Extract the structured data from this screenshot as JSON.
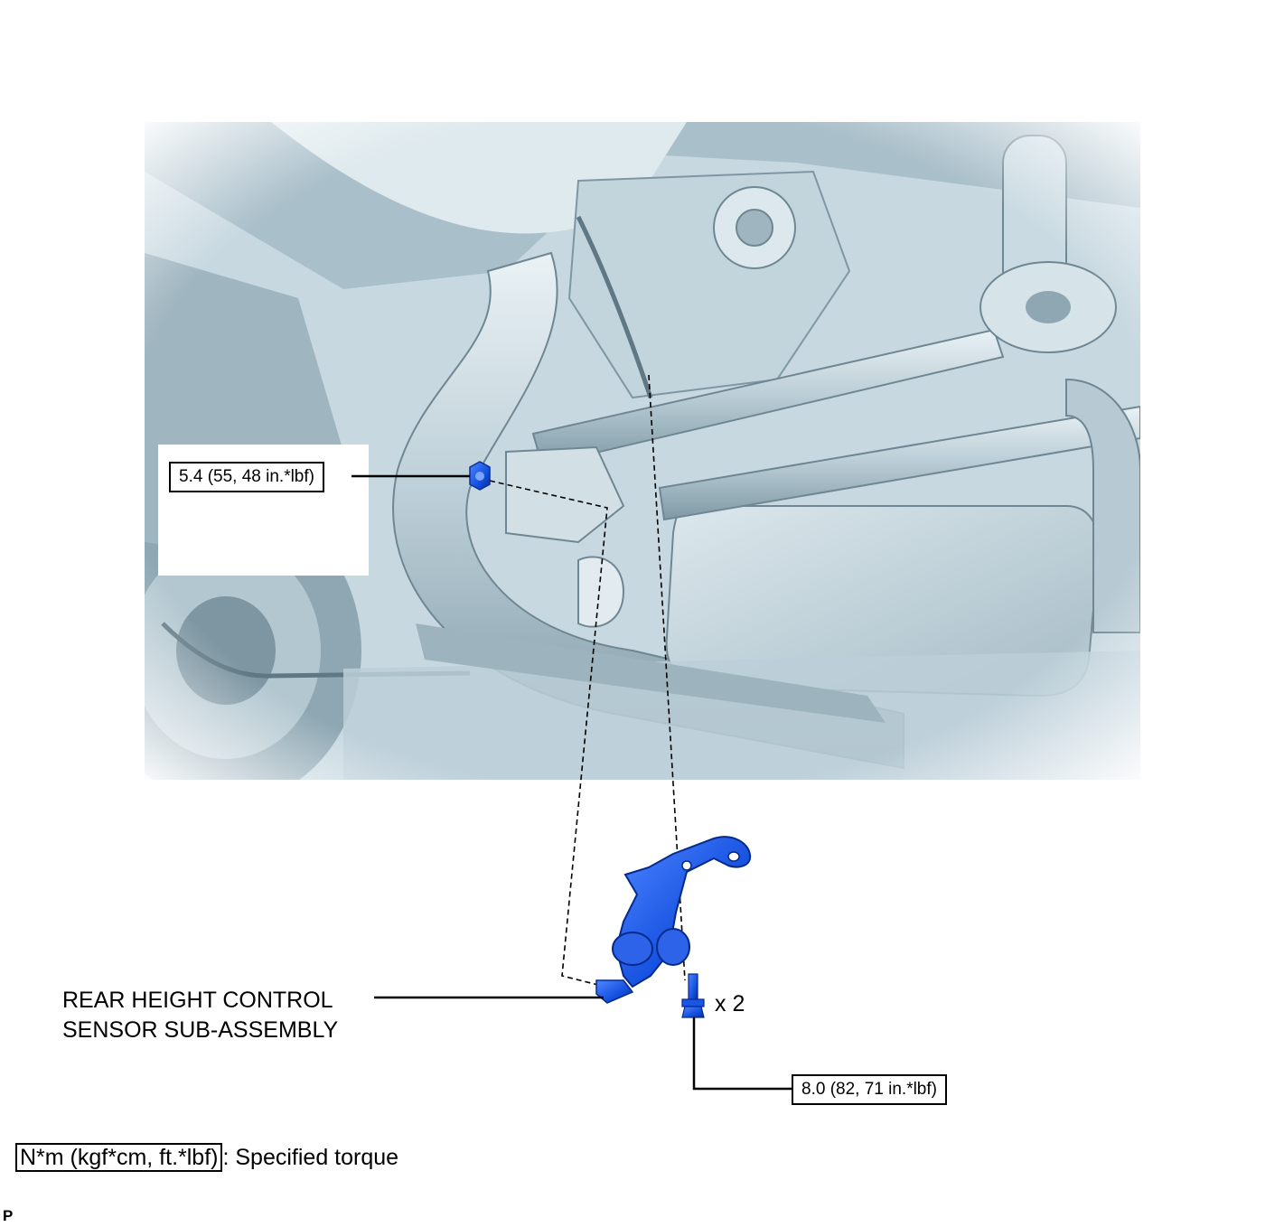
{
  "callouts": {
    "upper_torque": "5.4 (55, 48 in.*lbf)",
    "lower_torque": "8.0 (82, 71 in.*lbf)",
    "part_name_line1": "REAR HEIGHT CONTROL",
    "part_name_line2": "SENSOR SUB-ASSEMBLY",
    "bolt_quantity": "x 2"
  },
  "legend": {
    "unit_box": "N*m (kgf*cm, ft.*lbf)",
    "description": ": Specified torque"
  },
  "page_mark": "P",
  "colors": {
    "chassis_tint": "#c9dbe3",
    "highlight_part": "#1450e0",
    "line": "#000000"
  },
  "icons": {
    "chassis": "vehicle-rear-underbody-illustration",
    "sensor": "height-control-sensor",
    "nut": "hex-nut",
    "bolt": "flange-bolt"
  }
}
